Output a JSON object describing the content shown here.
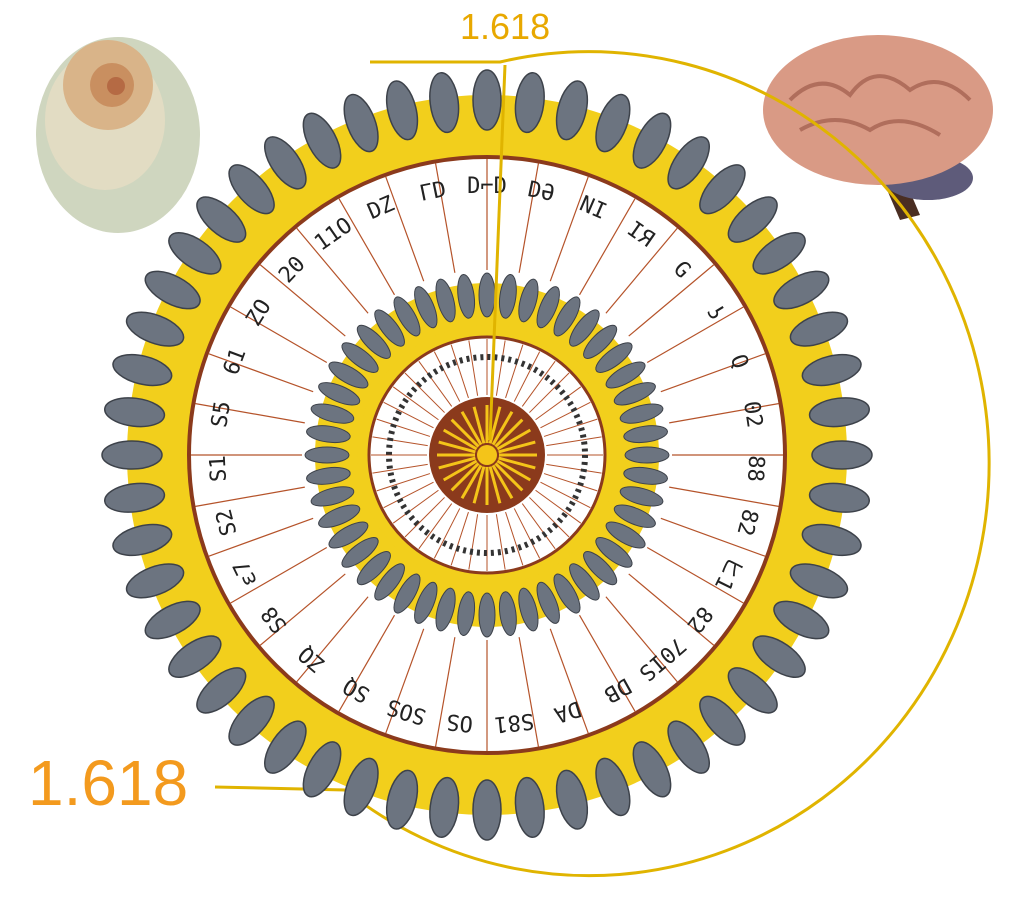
{
  "labels": {
    "ratio_top": "1.618",
    "ratio_bottom": "1.618"
  },
  "ring_labels": [
    "D⌐D",
    "DƏ",
    "NI",
    "IЯ",
    "G",
    "ʖ",
    "Q",
    "02",
    "88",
    "82",
    "ヒ1",
    "82",
    "70IS",
    "DB",
    "DA",
    "S81",
    "OS",
    "SOS",
    "SQ",
    "ZQ",
    "S8",
    "ε7",
    "S2",
    "S1",
    "S5",
    "61",
    "ZO",
    "20",
    "11O",
    "DZ",
    "ΓD"
  ],
  "colors": {
    "gold_line": "#e0b400",
    "yellow": "#f2cf1c",
    "teeth": "#6c7480",
    "brown": "#8b3a1c",
    "ratio_top": "#e8a800",
    "ratio_bottom": "#f39a1e"
  }
}
